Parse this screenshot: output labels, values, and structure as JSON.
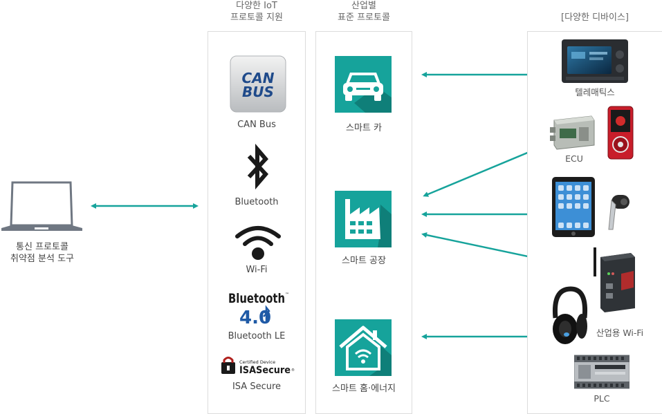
{
  "colors": {
    "teal": "#16a39b",
    "tile_shadow": "#0f7f79",
    "border": "#dcdcdc",
    "text": "#444444"
  },
  "headers": {
    "protocols_line1": "다양한 IoT",
    "protocols_line2": "프로토콜 지원",
    "industry_line1": "산업별",
    "industry_line2": "표준 프로토콜",
    "devices": "[다양한 디바이스]"
  },
  "tool": {
    "icon": "laptop-icon",
    "line1": "통신 프로토콜",
    "line2": "취약점 분석 도구"
  },
  "protocols": [
    {
      "icon": "can-bus-icon",
      "label": "CAN Bus",
      "logo_line1": "CAN",
      "logo_line2": "BUS"
    },
    {
      "icon": "bluetooth-icon",
      "label": "Bluetooth"
    },
    {
      "icon": "wifi-icon",
      "label": "Wi-Fi"
    },
    {
      "icon": "bluetooth-4-logo",
      "label": "Bluetooth LE",
      "logo_word": "Bluetooth",
      "logo_version": "4.0",
      "logo_mark": "™"
    },
    {
      "icon": "isa-secure-logo",
      "label": "ISA Secure",
      "logo_small": "Certified Device",
      "logo_word": "ISASecure",
      "logo_mark": "®"
    }
  ],
  "industries": [
    {
      "icon": "car-icon",
      "label": "스마트 카"
    },
    {
      "icon": "factory-icon",
      "label": "스마트 공장"
    },
    {
      "icon": "smart-home-icon",
      "label": "스마트 홈·에너지"
    }
  ],
  "devices": [
    {
      "icon": "telematics-screen-icon",
      "label": "텔레매틱스"
    },
    {
      "icon": "ecu-icon",
      "label": "ECU"
    },
    {
      "icon": "media-player-icon",
      "label": ""
    },
    {
      "icon": "tablet-icon",
      "label": ""
    },
    {
      "icon": "headset-icon",
      "label": ""
    },
    {
      "icon": "industrial-router-icon",
      "label": "산업용 Wi-Fi"
    },
    {
      "icon": "headphones-icon",
      "label": ""
    },
    {
      "icon": "plc-icon",
      "label": "PLC"
    }
  ]
}
